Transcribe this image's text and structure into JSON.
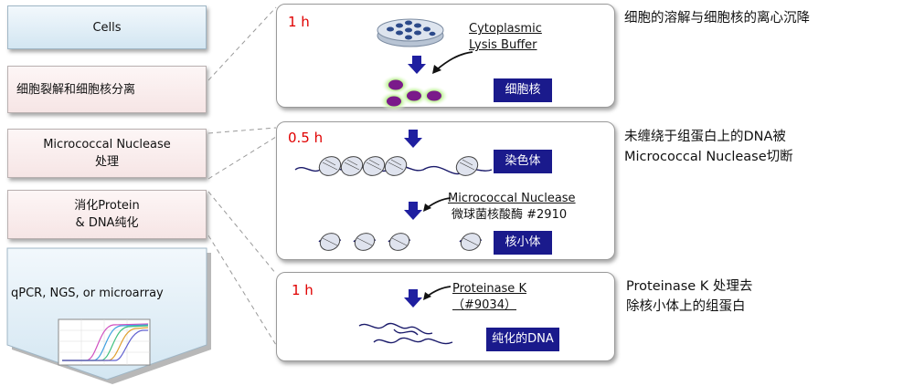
{
  "steps": {
    "cells": "Cells",
    "lysis": "细胞裂解和细胞核分离",
    "micrococcal_line1": "Micrococcal Nuclease",
    "micrococcal_line2": "处理",
    "protein_line1": "消化Protein",
    "protein_line2": "& DNA纯化",
    "final": "qPCR, NGS, or microarray"
  },
  "panel1": {
    "time": "1 h",
    "reagent_line1": "Cytoplasmic",
    "reagent_line2": "Lysis Buffer",
    "label": "细胞核",
    "note": "细胞的溶解与细胞核的离心沉降"
  },
  "panel2": {
    "time": "0.5 h",
    "label_top": "染色体",
    "reagent_line1": "Micrococcal Nuclease",
    "reagent_line2": "微球菌核酸酶 #2910",
    "label_bottom": "核小体",
    "note_line1": "未缠绕于组蛋白上的DNA被",
    "note_line2": "Micrococcal Nuclease切断"
  },
  "panel3": {
    "time": "1 h",
    "reagent_line1": "Proteinase K",
    "reagent_line2": "（#9034）",
    "label": "纯化的DNA",
    "note_line1": "Proteinase K 处理去",
    "note_line2": "除核小体上的组蛋白"
  },
  "colors": {
    "label_bg": "#1a1a8c",
    "time_text": "#e00000",
    "arrow": "#1f1fa0"
  }
}
